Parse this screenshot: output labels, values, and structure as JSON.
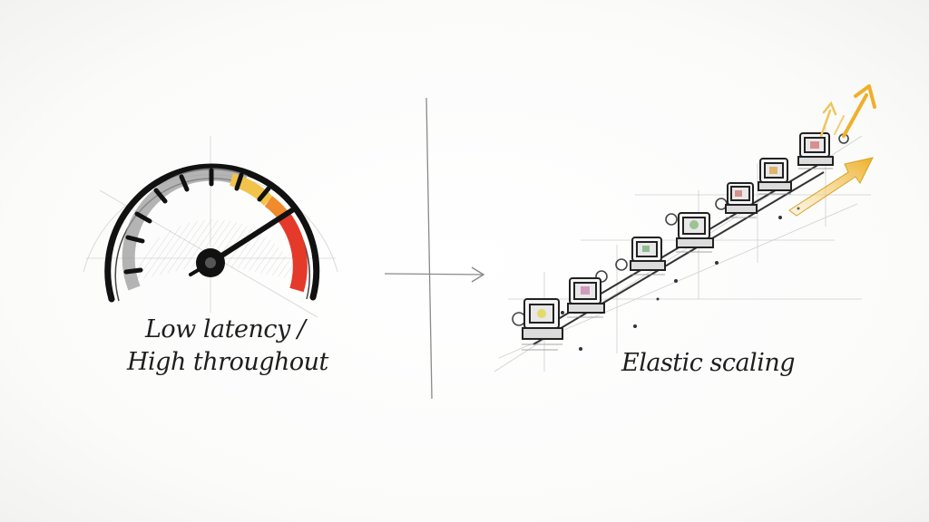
{
  "panels": {
    "left": {
      "icon": "speedometer-icon",
      "line1": "Low latency /",
      "line2": "High throughout",
      "accent_colors": [
        "#f2c34a",
        "#f08a2c",
        "#e5392a"
      ]
    },
    "right": {
      "icon": "server-chain-icon",
      "label": "Elastic scaling",
      "arrow_color": "#f0b52a"
    }
  }
}
